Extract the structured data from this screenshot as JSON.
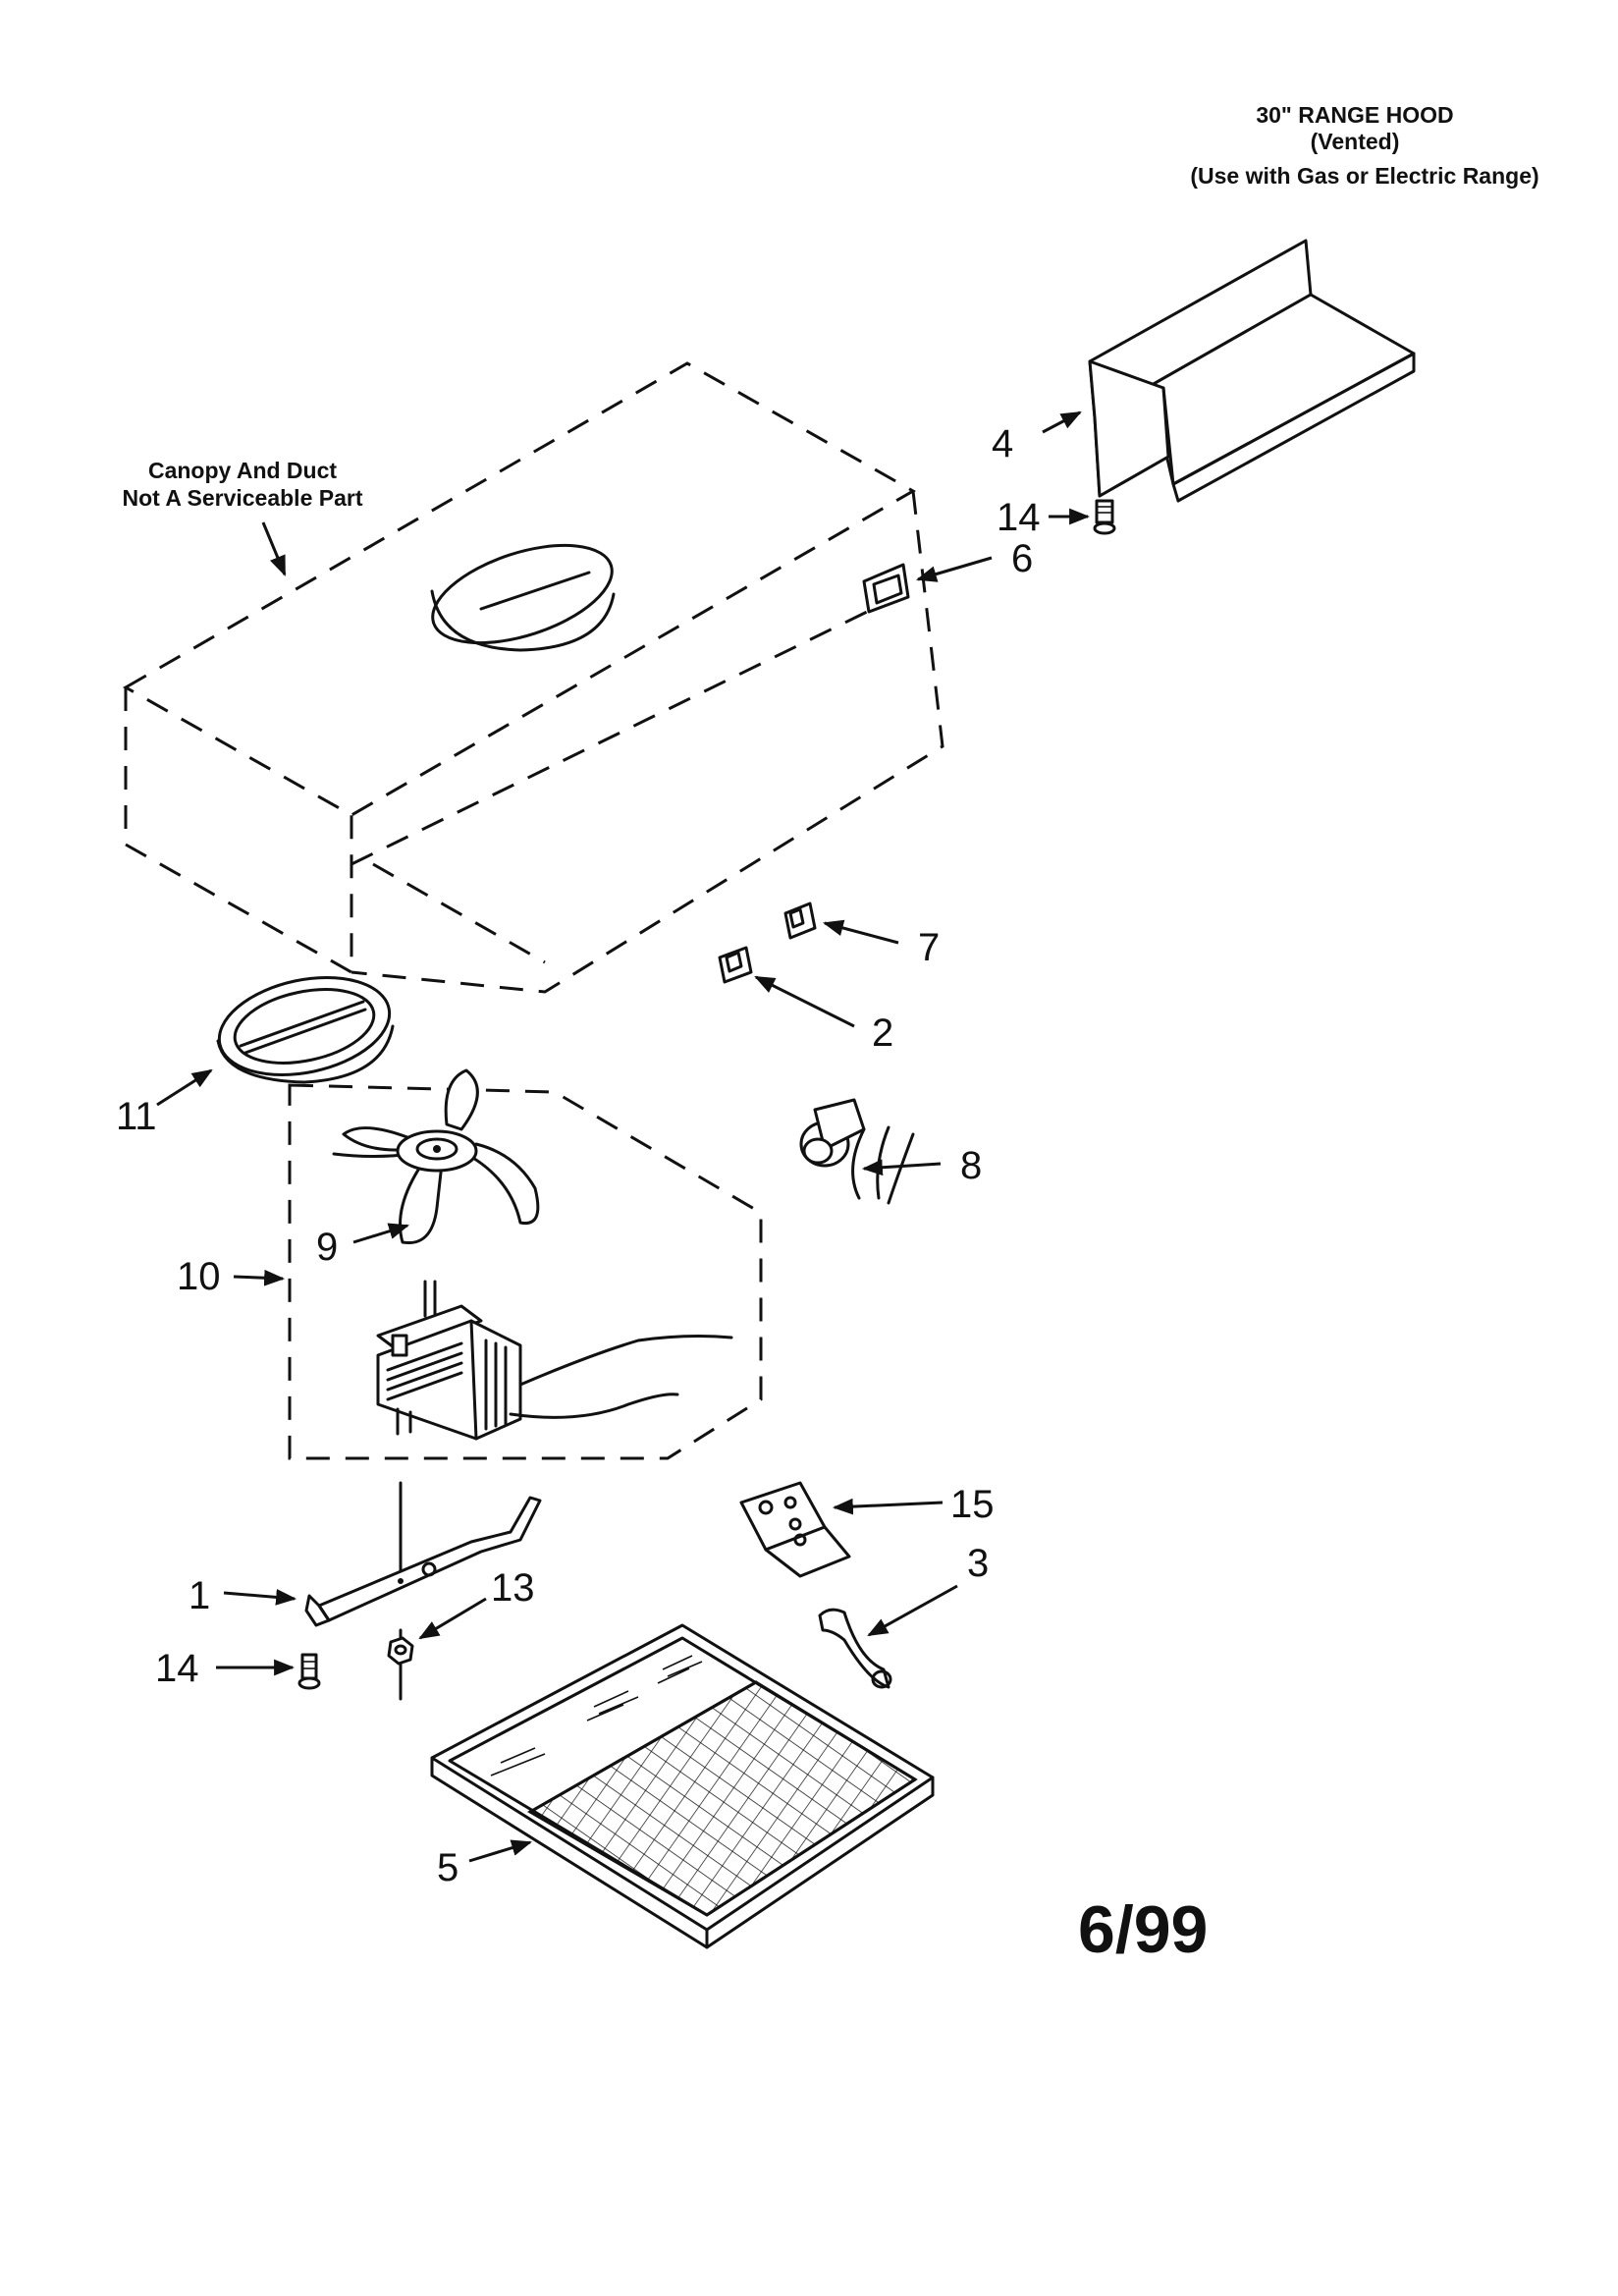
{
  "title": {
    "line1": "30\" RANGE HOOD",
    "line2": "(Vented)",
    "line3": "(Use with Gas or Electric Range)"
  },
  "note": {
    "line1": "Canopy And Duct",
    "line2": "Not A Serviceable Part"
  },
  "date_code": "6/99",
  "callouts": {
    "c1": "1",
    "c2": "2",
    "c3": "3",
    "c4": "4",
    "c5": "5",
    "c6": "6",
    "c7": "7",
    "c8": "8",
    "c9": "9",
    "c10": "10",
    "c11": "11",
    "c13": "13",
    "c14a": "14",
    "c14b": "14",
    "c15": "15"
  }
}
